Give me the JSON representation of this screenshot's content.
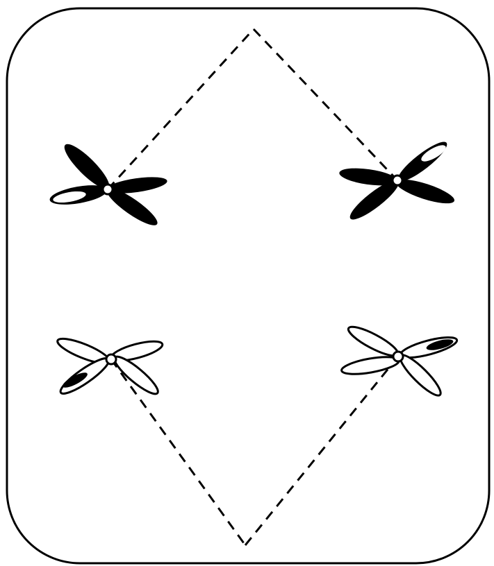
{
  "diagram": {
    "stroke_color": "#000000",
    "fill_dark": "#000000",
    "fill_light": "#ffffff",
    "background": "#ffffff",
    "line_style": "dashed",
    "propellers": [
      {
        "id": "top-left",
        "name": "propeller-top-left",
        "blade_style": "dark",
        "accent_blade": "left",
        "accent": "hollow"
      },
      {
        "id": "top-right",
        "name": "propeller-top-right",
        "blade_style": "dark",
        "accent_blade": "upper-right",
        "accent": "hollow"
      },
      {
        "id": "bottom-left",
        "name": "propeller-bottom-left",
        "blade_style": "light",
        "accent_blade": "lower-left",
        "accent": "filled"
      },
      {
        "id": "bottom-right",
        "name": "propeller-bottom-right",
        "blade_style": "light",
        "accent_blade": "right",
        "accent": "filled"
      }
    ]
  }
}
